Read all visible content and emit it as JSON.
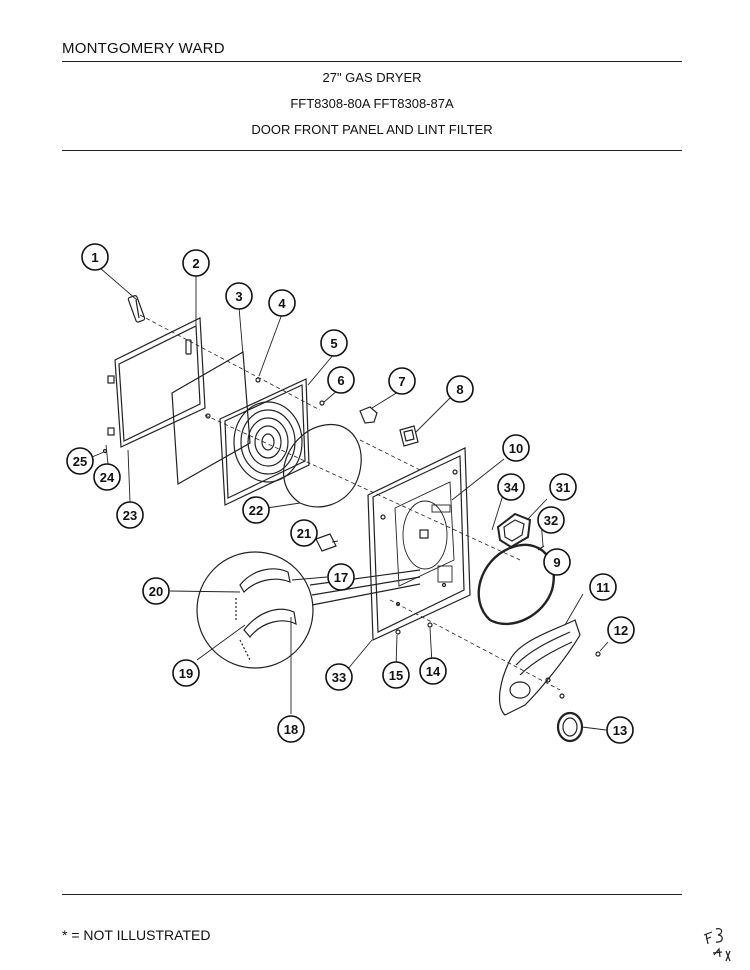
{
  "header": {
    "brand": "MONTGOMERY WARD",
    "title_line1": "27\" GAS DRYER",
    "title_line2": "FFT8308-80A  FFT8308-87A",
    "title_line3": "DOOR FRONT PANEL AND LINT FILTER"
  },
  "callouts": [
    {
      "id": "c1",
      "label": "1"
    },
    {
      "id": "c2",
      "label": "2"
    },
    {
      "id": "c3",
      "label": "3"
    },
    {
      "id": "c4",
      "label": "4"
    },
    {
      "id": "c5",
      "label": "5"
    },
    {
      "id": "c6",
      "label": "6"
    },
    {
      "id": "c7",
      "label": "7"
    },
    {
      "id": "c8",
      "label": "8"
    },
    {
      "id": "c9",
      "label": "9"
    },
    {
      "id": "c10",
      "label": "10"
    },
    {
      "id": "c11",
      "label": "11"
    },
    {
      "id": "c12",
      "label": "12"
    },
    {
      "id": "c13",
      "label": "13"
    },
    {
      "id": "c14",
      "label": "14"
    },
    {
      "id": "c15",
      "label": "15"
    },
    {
      "id": "c17",
      "label": "17"
    },
    {
      "id": "c18",
      "label": "18"
    },
    {
      "id": "c19",
      "label": "19"
    },
    {
      "id": "c20",
      "label": "20"
    },
    {
      "id": "c21",
      "label": "21"
    },
    {
      "id": "c22",
      "label": "22"
    },
    {
      "id": "c23",
      "label": "23"
    },
    {
      "id": "c24",
      "label": "24"
    },
    {
      "id": "c25",
      "label": "25"
    },
    {
      "id": "c31",
      "label": "31"
    },
    {
      "id": "c32",
      "label": "32"
    },
    {
      "id": "c33",
      "label": "33"
    },
    {
      "id": "c34",
      "label": "34"
    }
  ],
  "footer": {
    "note": "* = NOT ILLUSTRATED",
    "handwritten": "F3 34"
  }
}
